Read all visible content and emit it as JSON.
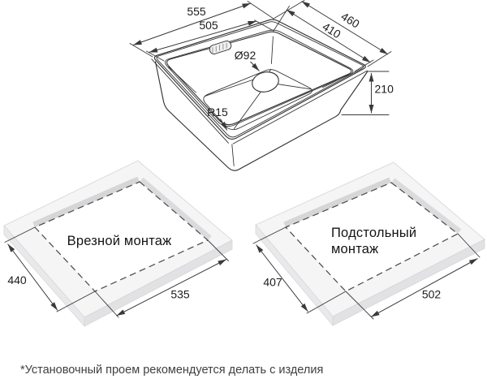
{
  "sink": {
    "outer_width": "555",
    "inner_width": "505",
    "outer_depth": "460",
    "inner_depth": "410",
    "drain_diameter": "Ø92",
    "corner_radius": "R15",
    "height": "210"
  },
  "inset_mount": {
    "title": "Врезной монтаж",
    "cutout_depth": "440",
    "cutout_width": "535"
  },
  "under_mount": {
    "title_line1": "Подстольный",
    "title_line2": "монтаж",
    "cutout_depth": "407",
    "cutout_width": "502"
  },
  "footnote": "*Установочный проем рекомендуется делать с изделия",
  "colors": {
    "drawing_line": "#2d2d2d",
    "dimension_line": "#3a3a3a",
    "slab_top": "#f5f5f6",
    "slab_side": "#e8e8ea",
    "cutout_wall": "#d6d6d8",
    "text": "#1c1c1c",
    "background": "#ffffff"
  }
}
